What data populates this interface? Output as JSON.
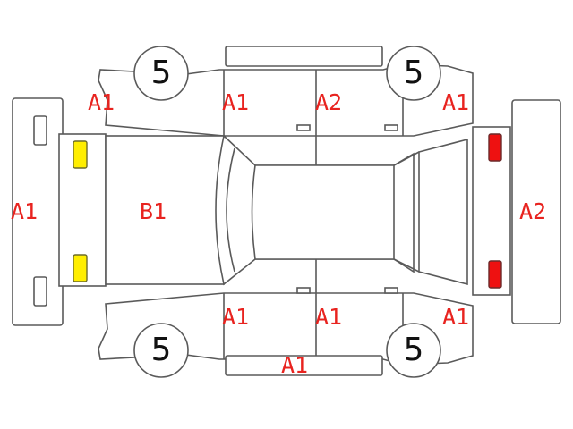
{
  "colors": {
    "outline": "#5a5a5a",
    "label": "#e8231f",
    "front_lamp": "#ffee00",
    "rear_lamp": "#ee1111"
  },
  "wheels": {
    "front_left": "5",
    "rear_left": "5",
    "front_right": "5",
    "rear_right": "5"
  },
  "labels": {
    "front_bumper": "A1",
    "front_left_fender": "A1",
    "front_left_door": "A1",
    "rear_left_door": "A2",
    "rear_left_quarter": "A1",
    "hood": "B1",
    "rear_bumper": "A2",
    "front_right_door": "A1",
    "rear_right_door": "A1",
    "rear_right_quarter": "A1",
    "right_rocker": "A1"
  }
}
